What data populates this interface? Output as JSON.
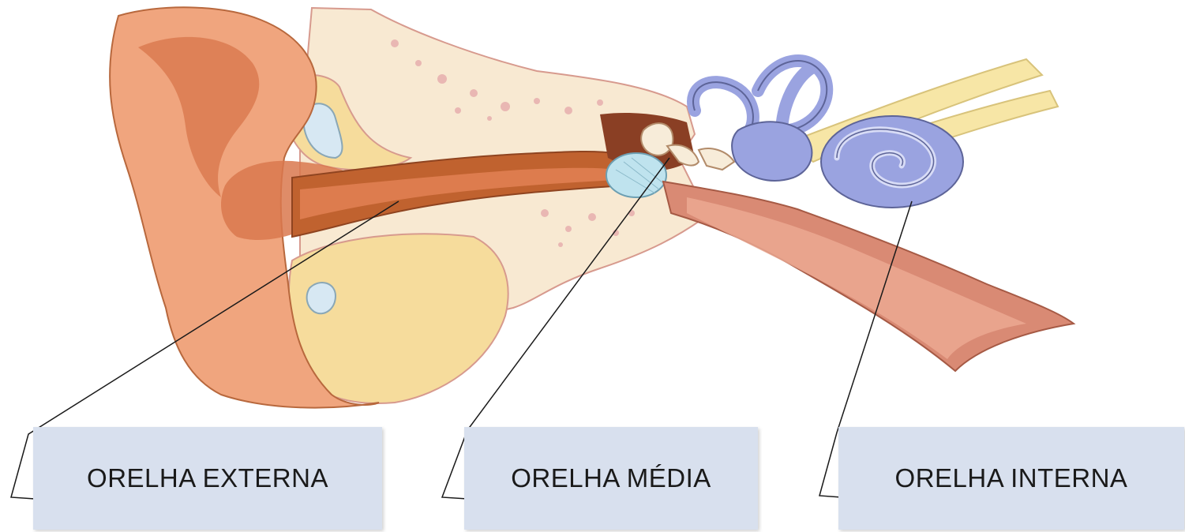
{
  "labels": {
    "external": "ORELHA EXTERNA",
    "middle": "ORELHA MÉDIA",
    "inner": "ORELHA INTERNA"
  },
  "colors": {
    "skin": "#f0a57e",
    "skin_dark": "#d9784d",
    "bone": "#f8e9d2",
    "cartilage": "#f6dc9c",
    "canal": "#c0622f",
    "inner_ear": "#9aa3e0",
    "nerve": "#f7e6a6",
    "label_bg": "#d8e0ee"
  }
}
